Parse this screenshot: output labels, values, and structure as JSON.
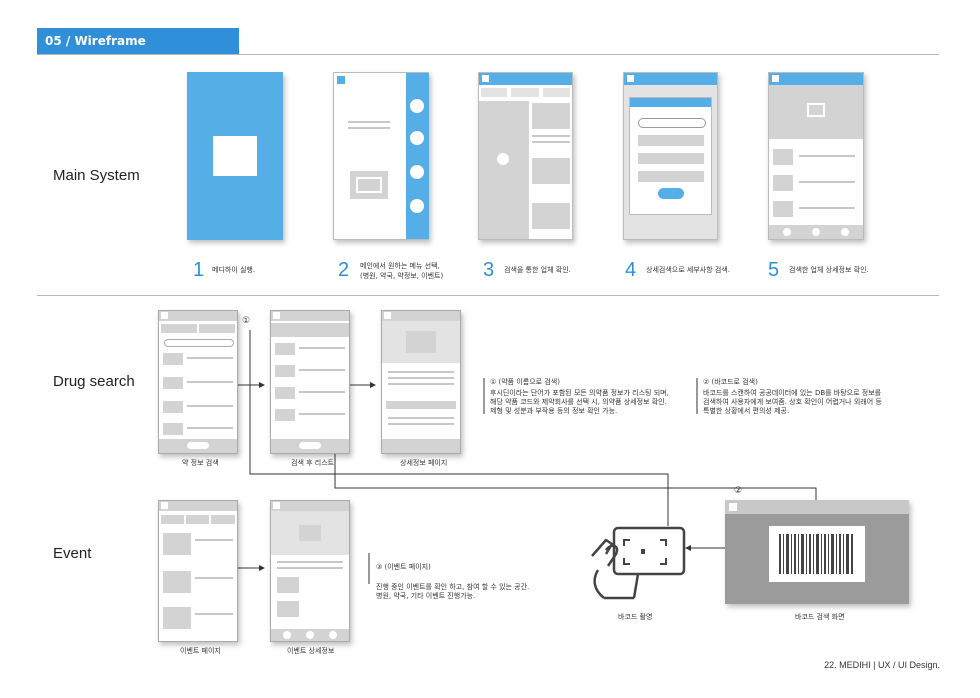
{
  "header": {
    "title": "05 / Wireframe"
  },
  "sections": {
    "main": "Main System",
    "drug": "Drug search",
    "event": "Event"
  },
  "steps": [
    {
      "num": "1",
      "desc": "메디하이 실행."
    },
    {
      "num": "2",
      "desc": "메인에서 원하는 메뉴 선택,\n(병원, 약국, 약정보, 이벤트)"
    },
    {
      "num": "3",
      "desc": "검색을 통한 업체 확인."
    },
    {
      "num": "4",
      "desc": "상세검색으로 세부사항 검색."
    },
    {
      "num": "5",
      "desc": "검색한 업체 상세정보 확인."
    }
  ],
  "drug": {
    "marker1": "①",
    "marker2": "②",
    "captions": [
      "약 정보 검색",
      "검색 후 리스트",
      "상세정보 페이지"
    ],
    "note1_title": "① (약품 이름으로 검색)",
    "note1_body": "후시딘이라는 단어가 포함된 모든 의약품 정보가 리스팅 되며, 해당 약품 코드와 제약회사를 선택 시, 의약품 상세정보 확인. 제형 및 성분과 부작용 등의 정보 확인 가능.",
    "note2_title": "② (바코드로 검색)",
    "note2_body": "바코드를 스캔하여 공공데이터에 있는 DB를 바탕으로 정보를 검색하여 사용자에게 보여줌. 상호 확인이 어렵거나 외래어 등 특별한 상황에서 편의성 제공.",
    "barcode_caption": "바코드 촬영",
    "barcode_screen_caption": "바코드 검색 화면"
  },
  "event": {
    "captions": [
      "이벤트 페이지",
      "이벤트 상세정보"
    ],
    "note3_title": "③ (이벤트 페이지)",
    "note3_body": "진행 중인 이벤트를 확인 하고, 참여 할 수 있는 공간.\n병원, 약국, 기타 이벤트 진행가능."
  },
  "footer": "22. MEDIHI  |  UX / UI Design."
}
